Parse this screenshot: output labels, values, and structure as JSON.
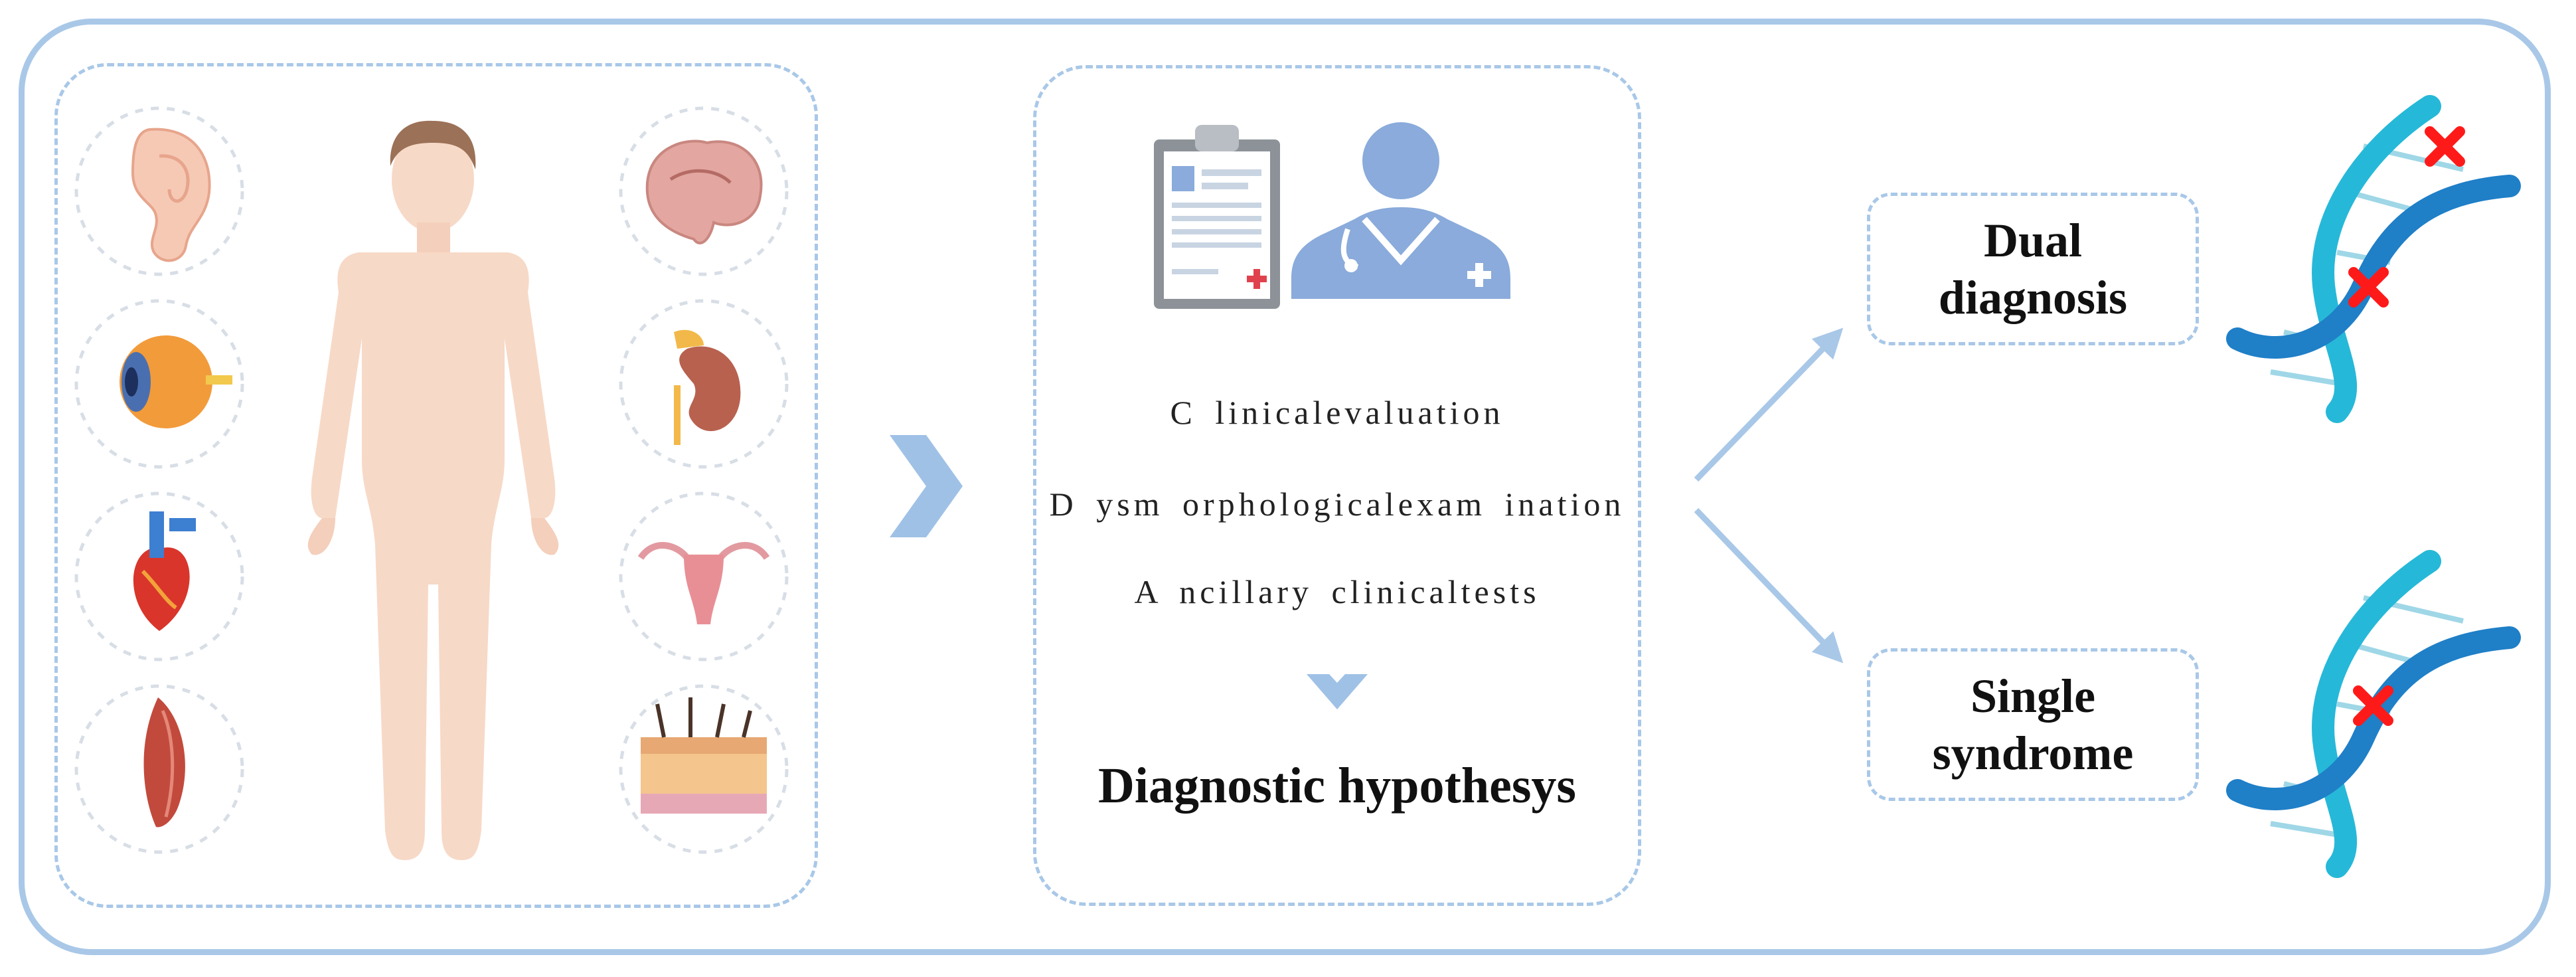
{
  "evaluation": {
    "steps": [
      "C linicalevaluation",
      "D ysm orphologicalexam ination",
      "A ncillary clinicaltests"
    ],
    "hypothesis": "Diagnostic hypothesys"
  },
  "outcomes": {
    "dual": {
      "line1": "Dual",
      "line2": "diagnosis"
    },
    "single": {
      "line1": "Single",
      "line2": "syndrome"
    }
  },
  "organs": {
    "left": [
      "ear-icon",
      "eye-icon",
      "heart-icon",
      "muscle-icon"
    ],
    "right": [
      "brain-icon",
      "kidney-icon",
      "uterus-icon",
      "skin-icon"
    ]
  },
  "colors": {
    "frame": "#a9c8e8",
    "arrow": "#a9c8e8",
    "chevron": "#9fc1e6",
    "skin": "#f7d9c7",
    "dna_dark": "#1f7fc7",
    "dna_light": "#26b8d8",
    "mutation": "#ff1a1a",
    "doctor": "#8aabdb"
  }
}
